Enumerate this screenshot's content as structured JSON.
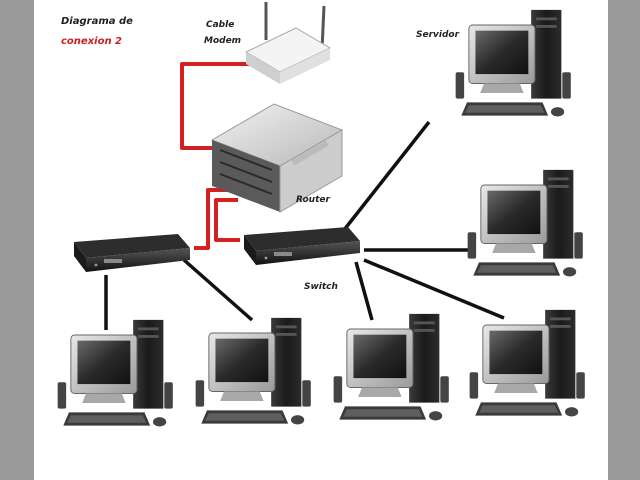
{
  "labels": {
    "title_line1": "Diagrama de",
    "title_line2": "conexion 2",
    "modem_line1": "Cable",
    "modem_line2": "Modem",
    "servidor": "Servidor",
    "router": "Router",
    "switch": "Switch"
  },
  "colors": {
    "red_cable": "#d32020",
    "black_cable": "#111111",
    "title_accent": "#cc1f1f",
    "page_bg": "#9a9a9a",
    "canvas_bg": "#ffffff"
  },
  "nodes": [
    {
      "id": "cable-modem",
      "type": "modem"
    },
    {
      "id": "router",
      "type": "router"
    },
    {
      "id": "switch-left",
      "type": "switch"
    },
    {
      "id": "switch-right",
      "type": "switch"
    },
    {
      "id": "servidor",
      "type": "computer"
    },
    {
      "id": "pc-right-middle",
      "type": "computer"
    },
    {
      "id": "pc-bottom-1",
      "type": "computer"
    },
    {
      "id": "pc-bottom-2",
      "type": "computer"
    },
    {
      "id": "pc-bottom-3",
      "type": "computer"
    },
    {
      "id": "pc-bottom-4",
      "type": "computer"
    }
  ]
}
